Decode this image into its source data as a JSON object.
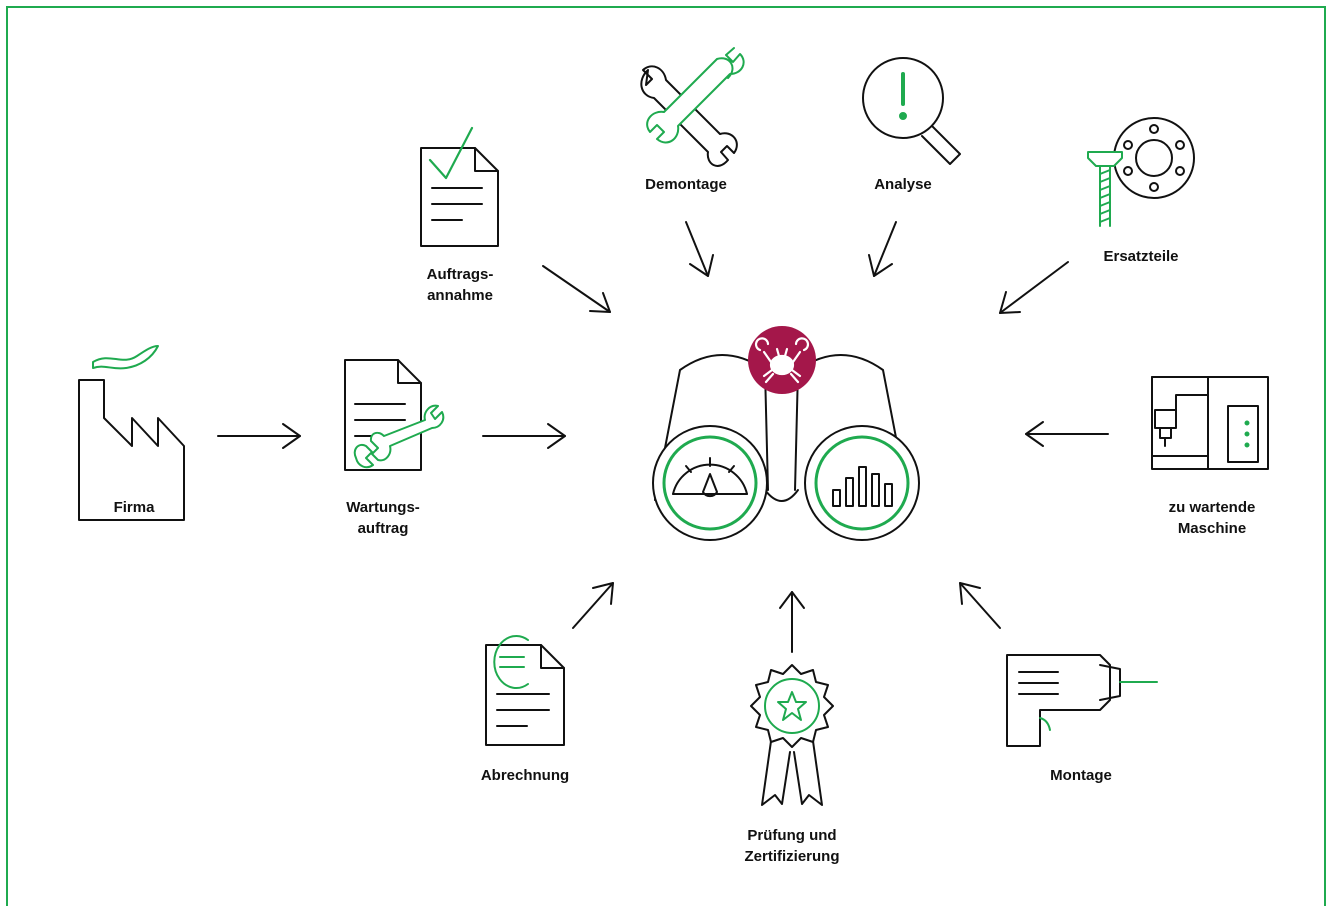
{
  "colors": {
    "ink": "#111111",
    "accent": "#1faa4f",
    "brand": "#a4174a",
    "frame": "#1faa4f"
  },
  "center": {
    "name": "binoculars",
    "logo_icon": "crab-icon",
    "gauge_icon": "speedometer-icon",
    "chart_icon": "bar-chart-icon"
  },
  "nodes": {
    "firma": {
      "line1": "Firma",
      "icon": "factory-icon"
    },
    "wartungsauftrag": {
      "line1": "Wartungs-",
      "line2": "auftrag",
      "icon": "document-wrench-icon"
    },
    "auftragsannahme": {
      "line1": "Auftrags-",
      "line2": "annahme",
      "icon": "document-check-icon"
    },
    "demontage": {
      "line1": "Demontage",
      "icon": "crossed-wrenches-icon"
    },
    "analyse": {
      "line1": "Analyse",
      "icon": "magnifier-exclamation-icon"
    },
    "ersatzteile": {
      "line1": "Ersatzteile",
      "icon": "screw-bearing-icon"
    },
    "maschine": {
      "line1": "zu wartende",
      "line2": "Maschine",
      "icon": "machine-icon"
    },
    "montage": {
      "line1": "Montage",
      "icon": "drill-icon"
    },
    "pruefung": {
      "line1": "Prüfung und",
      "line2": "Zertifizierung",
      "icon": "award-rosette-icon"
    },
    "abrechnung": {
      "line1": "Abrechnung",
      "icon": "document-euro-icon"
    }
  }
}
